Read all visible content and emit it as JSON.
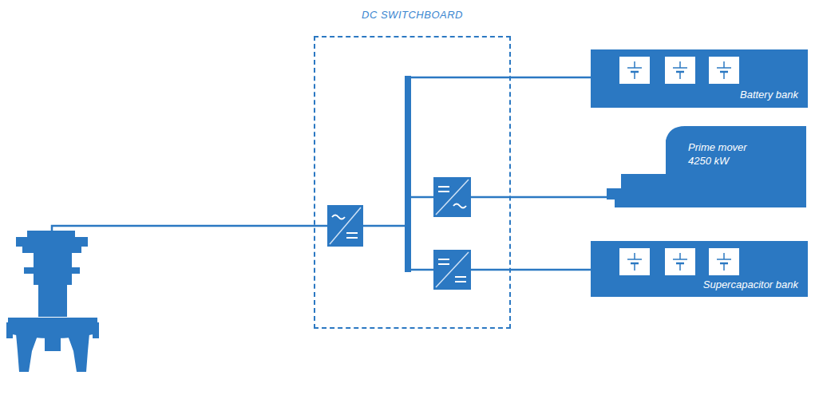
{
  "diagram": {
    "nodes": [
      {
        "text": [
          "DC SWITCHBOARD"
        ]
      },
      {
        "text": [
          "Battery bank"
        ]
      },
      {
        "text": [
          "Prime mover",
          "4250 kW"
        ]
      },
      {
        "text": [
          "Supercapacitor bank"
        ]
      }
    ],
    "edges": [
      {
        "from": 0,
        "to": 1,
        "arrow": "none"
      },
      {
        "from": 0,
        "to": 2,
        "arrow": "none"
      },
      {
        "from": 0,
        "to": 3,
        "arrow": "none"
      }
    ]
  }
}
